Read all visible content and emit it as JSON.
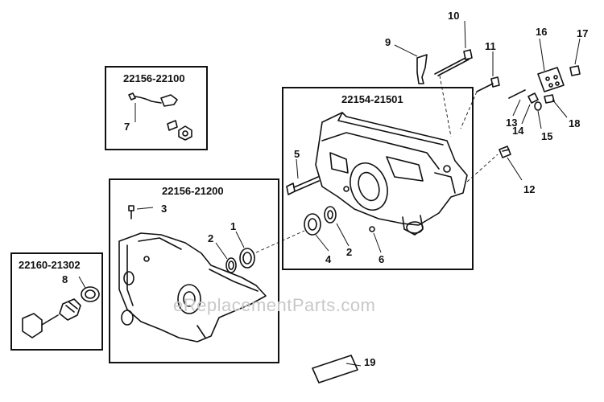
{
  "watermark": "eReplacementParts.com",
  "kit_boxes": [
    {
      "id": "box-ignition-kit",
      "label": "22156-22100"
    },
    {
      "id": "box-crankcase-left",
      "label": "22156-21200"
    },
    {
      "id": "box-crankcase-right",
      "label": "22154-21501"
    },
    {
      "id": "box-filter-kit",
      "label": "22160-21302"
    }
  ],
  "callouts": {
    "c1": "1",
    "c2a": "2",
    "c2b": "2",
    "c3": "3",
    "c4": "4",
    "c5": "5",
    "c6": "6",
    "c7": "7",
    "c8": "8",
    "c9": "9",
    "c10": "10",
    "c11": "11",
    "c12": "12",
    "c13": "13",
    "c14": "14",
    "c15": "15",
    "c16": "16",
    "c17": "17",
    "c18": "18",
    "c19": "19"
  },
  "colors": {
    "line": "#111111",
    "watermark": "#c8c8c8",
    "background": "#ffffff"
  }
}
